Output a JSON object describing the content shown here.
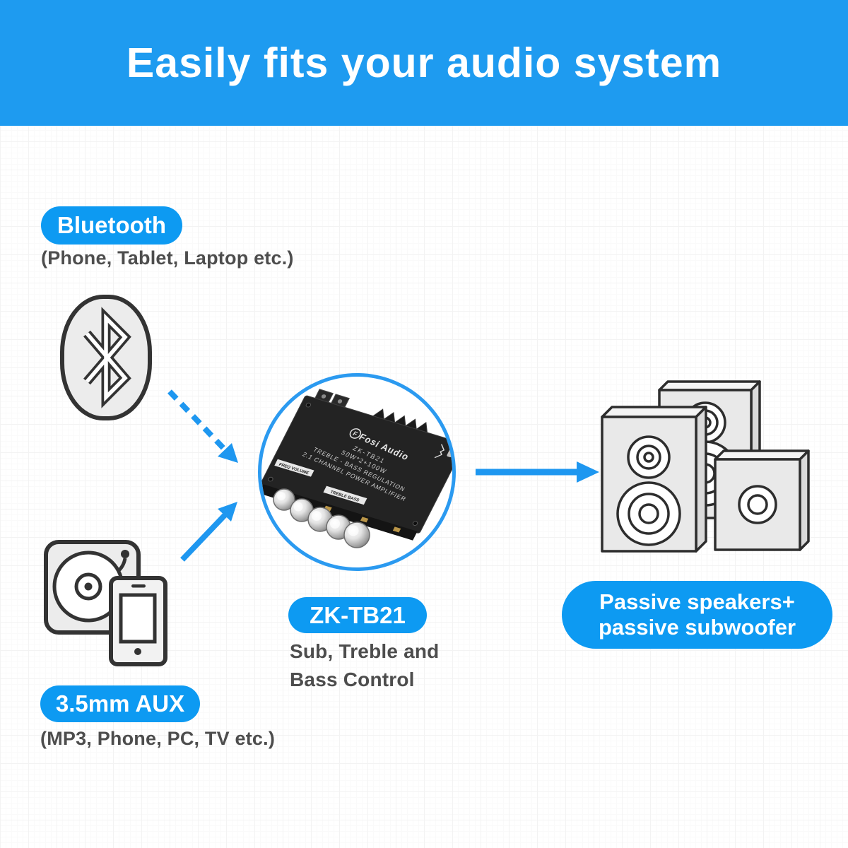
{
  "header": {
    "title": "Easily fits your audio system"
  },
  "sources": {
    "bluetooth": {
      "label": "Bluetooth",
      "caption": "(Phone, Tablet, Laptop etc.)"
    },
    "aux": {
      "label": "3.5mm AUX",
      "caption": "(MP3, Phone, PC, TV etc.)"
    }
  },
  "amplifier": {
    "label": "ZK-TB21",
    "caption_line1": "Sub, Treble and",
    "caption_line2": "Bass Control",
    "board": {
      "logo_letter": "F",
      "brand": "Fosi Audio",
      "model": "ZK-TB21",
      "power": "50W*2+100W",
      "feature_line1": "TREBLE - BASS REGULATION",
      "feature_line2": "2.1 CHANNEL POWER AMPLIFIER",
      "panel_left": "FREQ VOLUME",
      "panel_right": "TREBLE BASS"
    }
  },
  "output": {
    "label_line1": "Passive speakers+",
    "label_line2": "passive subwoofer"
  },
  "colors": {
    "banner_blue": "#1E9BF0",
    "pill_blue": "#0D9AF2",
    "arrow_blue": "#1E97F0",
    "icon_fill": "#ececec",
    "icon_stroke": "#333333",
    "caption_text": "#4d4d4d"
  }
}
